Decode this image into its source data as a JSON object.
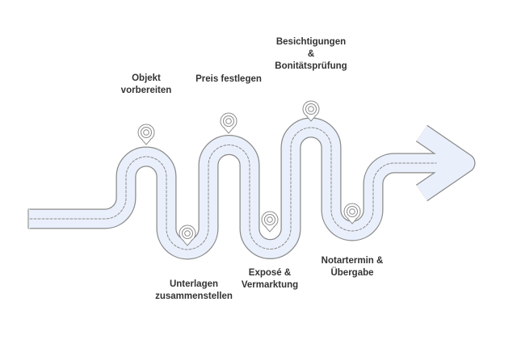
{
  "steps": [
    {
      "label_1": "Objekt",
      "label_2": "vorbereiten"
    },
    {
      "label_1": "Unterlagen",
      "label_2": "zusammenstellen"
    },
    {
      "label_1": "Preis festlegen"
    },
    {
      "label_1": "Exposé &",
      "label_2": "Vermarktung"
    },
    {
      "label_1": "Besichtigungen",
      "label_2": "&",
      "label_3": "Bonitätsprüfung"
    },
    {
      "label_1": "Notartermin &",
      "label_2": "Übergabe"
    }
  ],
  "colors": {
    "road": "#eaf0fb",
    "outline": "#8a8a8a",
    "text": "#333333"
  }
}
